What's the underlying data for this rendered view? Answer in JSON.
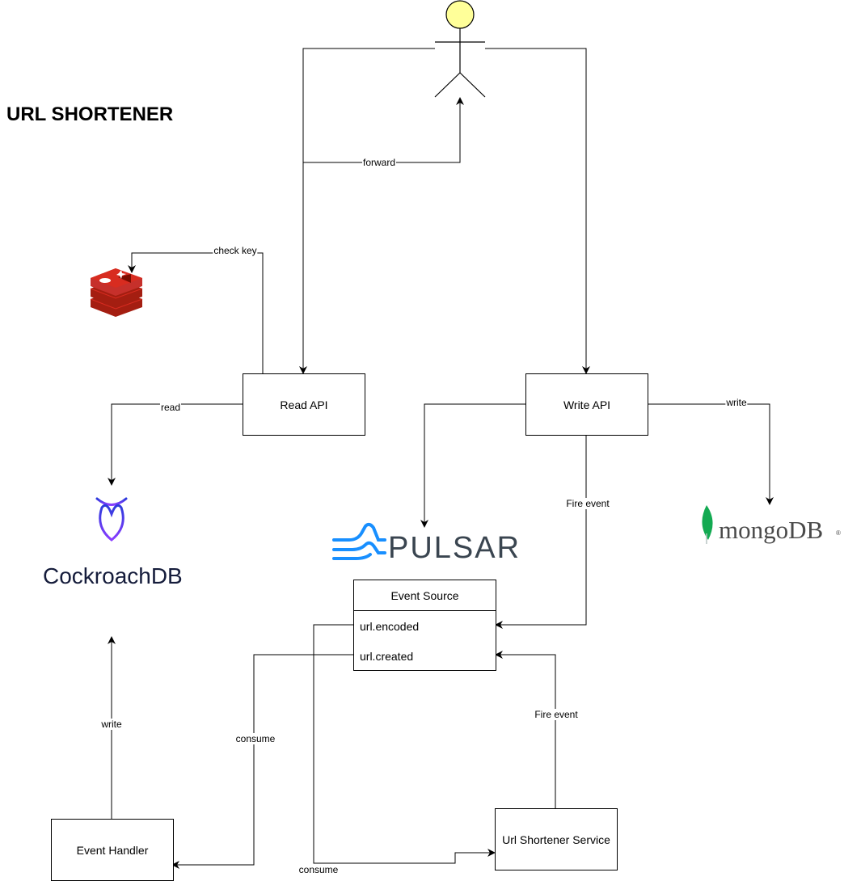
{
  "title": "URL SHORTENER",
  "boxes": {
    "read_api": "Read API",
    "write_api": "Write API",
    "event_handler": "Event Handler",
    "url_shortener_service": "Url Shortener Service"
  },
  "event_source": {
    "header": "Event Source",
    "topics": [
      "url.encoded",
      "url.created"
    ]
  },
  "edge_labels": {
    "forward": "forward",
    "check_key": "check key",
    "read": "read",
    "write_mongo": "write",
    "fire_event_write": "Fire event",
    "fire_event_service": "Fire event",
    "consume_handler": "consume",
    "consume_service": "consume",
    "write_cockroach": "write"
  },
  "logos": {
    "pulsar": "PULSAR",
    "cockroach": "CockroachDB",
    "mongo": "mongoDB",
    "mongo_mark": "®"
  },
  "colors": {
    "actor_fill": "#ffff99",
    "redis_red": "#c6302b",
    "pulsar_blue": "#188fff",
    "pulsar_text": "#3a4550",
    "cockroach_text": "#151c3b",
    "cockroach_purple": "#6933ff",
    "mongo_green": "#13aa52",
    "mongo_text": "#4a4a4a"
  }
}
